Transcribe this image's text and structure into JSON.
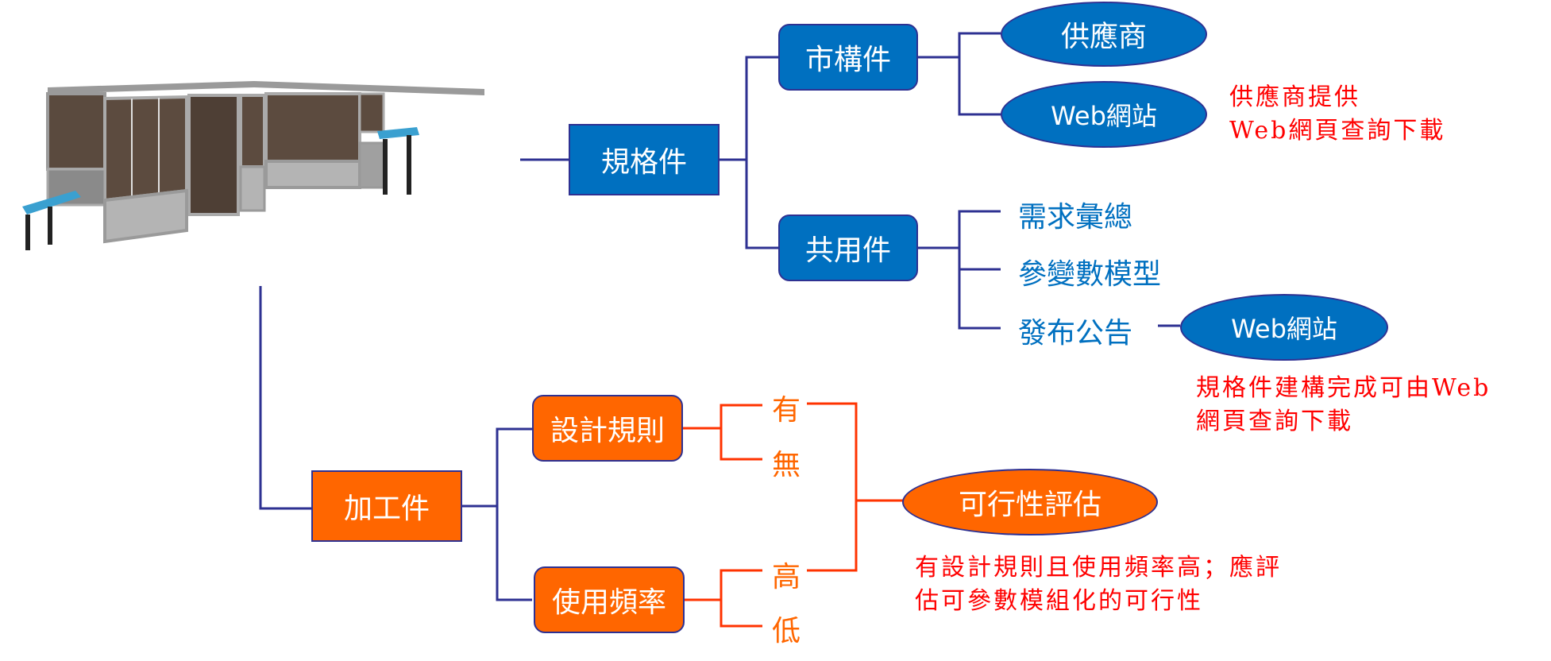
{
  "diagram": {
    "illustration": "enclosed-machine-cell-with-conveyors",
    "colors": {
      "blue_fill": "#0070c0",
      "outline": "#2e3192",
      "orange_fill": "#ff6600",
      "orange_line": "#ff3300",
      "note_red": "#ff0000"
    },
    "spec_part": {
      "label": "規格件",
      "market_part": {
        "label": "市構件",
        "children": [
          "供應商",
          "Web網站"
        ],
        "note_lines": [
          "供應商提供",
          "Web網頁查詢下載"
        ]
      },
      "common_part": {
        "label": "共用件",
        "children": [
          "需求彙總",
          "參變數模型",
          "發布公告"
        ],
        "publish_target": "Web網站",
        "note_lines": [
          "規格件建構完成可由Web",
          "網頁查詢下載"
        ]
      }
    },
    "machined_part": {
      "label": "加工件",
      "design_rule": {
        "label": "設計規則",
        "options": [
          "有",
          "無"
        ]
      },
      "usage_frequency": {
        "label": "使用頻率",
        "options": [
          "高",
          "低"
        ]
      },
      "evaluation": {
        "label": "可行性評估",
        "note_lines": [
          "有設計規則且使用頻率高；應評",
          "估可參數模組化的可行性"
        ]
      }
    }
  }
}
